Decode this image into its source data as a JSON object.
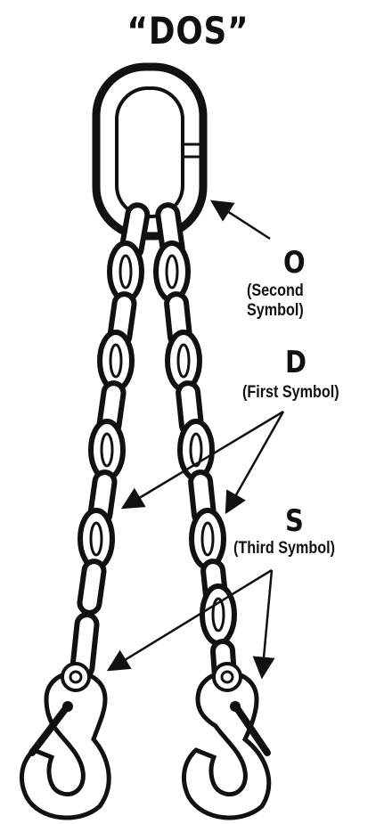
{
  "title": "“DOS”",
  "labels": {
    "o": {
      "letter": "O",
      "desc": "(Second Symbol)"
    },
    "d": {
      "letter": "D",
      "desc": "(First Symbol)"
    },
    "s": {
      "letter": "S",
      "desc": "(Third Symbol)"
    }
  },
  "colors": {
    "stroke": "#111111",
    "fill": "#ffffff"
  }
}
